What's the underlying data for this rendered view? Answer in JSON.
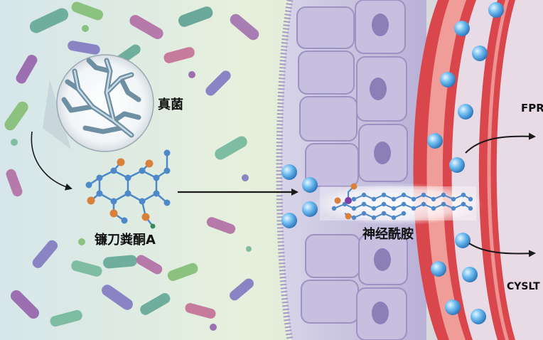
{
  "labels": {
    "fungus": "真菌",
    "sorbicillin": "镰刀粪酮A",
    "nape": "神经酰胺",
    "receptor_top": "FPR",
    "receptor_bottom": "CYSLT"
  },
  "colors": {
    "gut_lumen": "#e3efe9",
    "epithelium": "#c9c2de",
    "vessel_wall": "#d9464c",
    "vessel_lumen": "#f0b7b3",
    "droplet": "#5aa9e3",
    "molecule_node": "#4d88c8",
    "molecule_oxygen": "#d9803a",
    "arrow": "#1a1a1a"
  },
  "icons": [
    "fungus-hyphae-icon",
    "bacteria-icon",
    "molecule-icon",
    "droplet-icon",
    "arrow-icon"
  ]
}
